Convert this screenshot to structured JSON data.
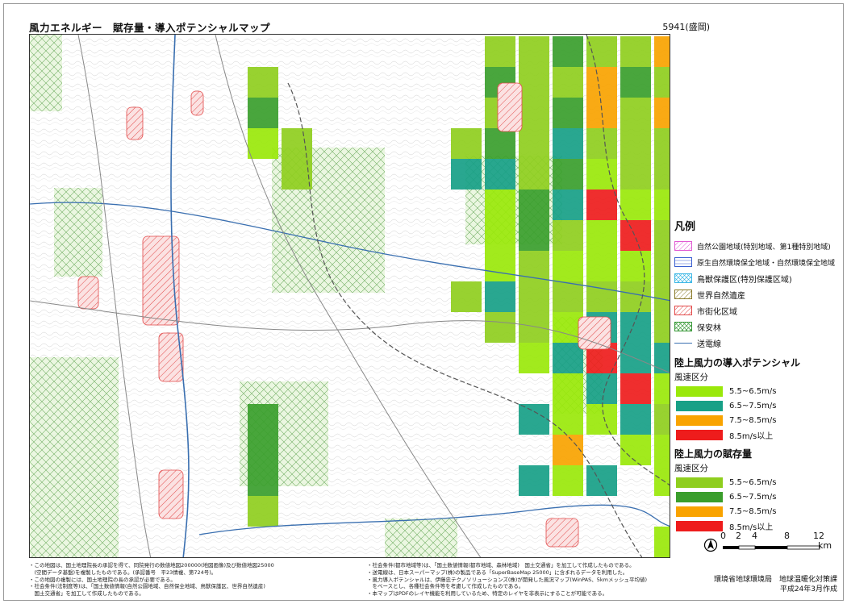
{
  "header": {
    "title": "風力エネルギー　賦存量・導入ポテンシャルマップ",
    "sheet": "5941(盛岡)"
  },
  "legend": {
    "title": "凡例",
    "zones": [
      {
        "label": "自然公園地域(特別地域、第1種特別地域)",
        "color": "#e15bd3",
        "pattern": "hatch"
      },
      {
        "label": "原生自然環境保全地域・自然環境保全地域",
        "color": "#3a5fd0",
        "pattern": "hlines"
      },
      {
        "label": "鳥獣保護区(特別保護区域)",
        "color": "#3fb8e6",
        "pattern": "cross"
      },
      {
        "label": "世界自然遺産",
        "color": "#8a7a2a",
        "pattern": "hatch"
      },
      {
        "label": "市街化区域",
        "color": "#e24a4a",
        "pattern": "hatch"
      },
      {
        "label": "保安林",
        "color": "#3a9a3a",
        "pattern": "cross"
      }
    ],
    "line_label": "送電線",
    "potential": {
      "heading": "陸上風力の導入ポテンシャル",
      "sub": "風速区分",
      "classes": [
        {
          "label": "5.5~6.5m/s",
          "color": "#9ae80a"
        },
        {
          "label": "6.5~7.5m/s",
          "color": "#17a087"
        },
        {
          "label": "7.5~8.5m/s",
          "color": "#f9a300"
        },
        {
          "label": "8.5m/s以上",
          "color": "#ee1c1c"
        }
      ]
    },
    "resource": {
      "heading": "陸上風力の賦存量",
      "sub": "風速区分",
      "classes": [
        {
          "label": "5.5~6.5m/s",
          "color": "#8fce1e"
        },
        {
          "label": "6.5~7.5m/s",
          "color": "#3a9e2c"
        },
        {
          "label": "7.5~8.5m/s",
          "color": "#f9a300"
        },
        {
          "label": "8.5m/s以上",
          "color": "#ee1c1c"
        }
      ]
    }
  },
  "scale": {
    "ticks": [
      "0",
      "2",
      "4",
      "8",
      "12"
    ],
    "unit": "km"
  },
  "notes": {
    "left": [
      "・この地図は、国土地理院長の承認を得て、同院発行の数値地図200000(地図画像)及び数値地図25000",
      "　(空間データ基盤)を複製したものである。(承認番号　平23情複、第724号)。",
      "・この地図の複製には、国土地理院の長の承認が必要である。",
      "・社会条件(法制度等)は、「国土数値情報(自然公園地域、自然保全地域、鳥獣保護区、世界自然遺産)",
      "　国土交通省」を加工して作成したものである。"
    ],
    "right": [
      "・社会条件(都市地域等)は、「国土数値情報(都市地域、森林地域)　国土交通省」を加工して作成したものである。",
      "・送電線は、日本スーパーマップ(株)の製品である「SuperBaseMap 25000」に含まれるデータを利用した。",
      "・風力導入ポテンシャルは、伊藤忠テクノソリューションズ(株)が開発した風況マップ(WinPAS、5kmメッシュ平均値)",
      "　をベースとし、各種社会条件等を考慮して作成したものである。",
      "・本マップはPDFのレイヤ機能を利用しているため、特定のレイヤを非表示にすることが可能である。"
    ]
  },
  "agency": {
    "line1": "環境省地球環境局　地球温暖化対策課",
    "line2": "平成24年3月作成"
  }
}
